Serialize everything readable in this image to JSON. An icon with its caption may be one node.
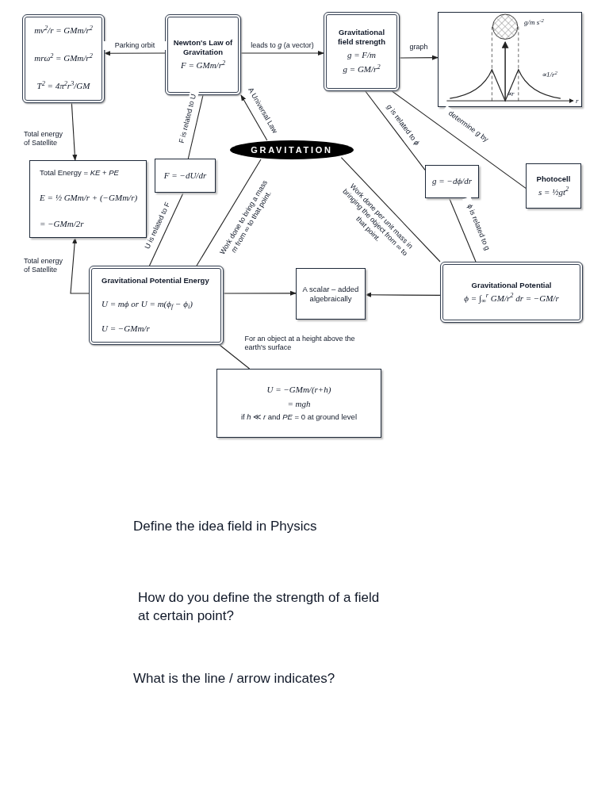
{
  "diagram": {
    "nodes": [
      {
        "text": [
          "mv$^{2}$/r = GMm/r$^{2}$",
          "mrω$^{2}$ = GMm/r$^{2}$",
          "T$^{2}$ = 4π$^{2}$r$^{3}$/GM"
        ]
      },
      {
        "text": [
          "Newton's Law of Gravitation",
          "F = GMm/r$^{2}$"
        ]
      },
      {
        "text": [
          "Gravitational field strength",
          "g = F/m",
          "g = GM/r$^{2}$"
        ]
      },
      {
        "text": [],
        "shape": "picture"
      },
      {
        "text": [
          "GRAVITATION"
        ]
      },
      {
        "text": [
          "F = −dU/dr"
        ]
      },
      {
        "text": [
          "Total Energy = *KE* + *PE*",
          "E = ½ GMm/r + (−GMm/r)",
          "= −GMm/2r"
        ]
      },
      {
        "text": [
          "g = −dϕ/dr"
        ]
      },
      {
        "text": [
          "Photocell",
          "s = ½gt$^{2}$"
        ]
      },
      {
        "text": [
          "Gravitational Potential Energy",
          "U = mϕ or U = m(ϕ$_{f}$ − ϕ$_{i}$)",
          "U = −GMm/r"
        ]
      },
      {
        "text": [
          "A scalar – added algebraically"
        ]
      },
      {
        "text": [
          "Gravitational Potential",
          "ϕ = ∫$_{∞}$$^{r}$ GM/r$^{2}$ dr = −GM/r"
        ]
      },
      {
        "text": [
          "U = −GMm/(r+h)",
          "= mgh",
          "if *h* ≪ *r* and *PE* = 0 at ground level"
        ]
      }
    ],
    "edges": [
      {
        "from": 1,
        "to": 0,
        "arrow": "to",
        "label": "Parking orbit"
      },
      {
        "from": 1,
        "to": 2,
        "arrow": "to",
        "label": "leads to *g* (a vector)"
      },
      {
        "from": 2,
        "to": 3,
        "arrow": "to",
        "label": "graph"
      },
      {
        "from": 0,
        "to": 6,
        "arrow": "to",
        "label": "Total energy of Satellite"
      },
      {
        "from": 9,
        "to": 6,
        "arrow": "to",
        "label": "Total energy of Satellite"
      },
      {
        "from": 1,
        "to": 5,
        "arrow": "none",
        "label": "F is related to U"
      },
      {
        "from": 5,
        "to": 9,
        "arrow": "none",
        "label": "U is related to F"
      },
      {
        "from": 4,
        "to": 1,
        "arrow": "to",
        "label": "A Universal Law"
      },
      {
        "from": 4,
        "to": 9,
        "arrow": "none",
        "label": "Work done to bring a mass *m* from ∞ to that point."
      },
      {
        "from": 4,
        "to": 11,
        "arrow": "none",
        "label": "Work done per unit mass in bringing the object from ∞ to that point."
      },
      {
        "from": 2,
        "to": 7,
        "arrow": "none",
        "label": "*g* is related to *ϕ*"
      },
      {
        "from": 2,
        "to": 8,
        "arrow": "none",
        "label": "determine *g* by"
      },
      {
        "from": 7,
        "to": 11,
        "arrow": "none",
        "label": "ϕ is related to g"
      },
      {
        "from": 9,
        "to": 10,
        "arrow": "to"
      },
      {
        "from": 11,
        "to": 10,
        "arrow": "to"
      },
      {
        "from": 9,
        "to": 12,
        "arrow": "none",
        "label": "For an object at a height above the earth's surface"
      }
    ],
    "labels": [
      "g/m s$^{-2}$",
      "∝r",
      "∝1/r$^{2}$",
      "r",
      "Define the idea field in Physics",
      "How do you define the strength of a field at certain point?",
      "What is the line / arrow indicates?"
    ]
  }
}
